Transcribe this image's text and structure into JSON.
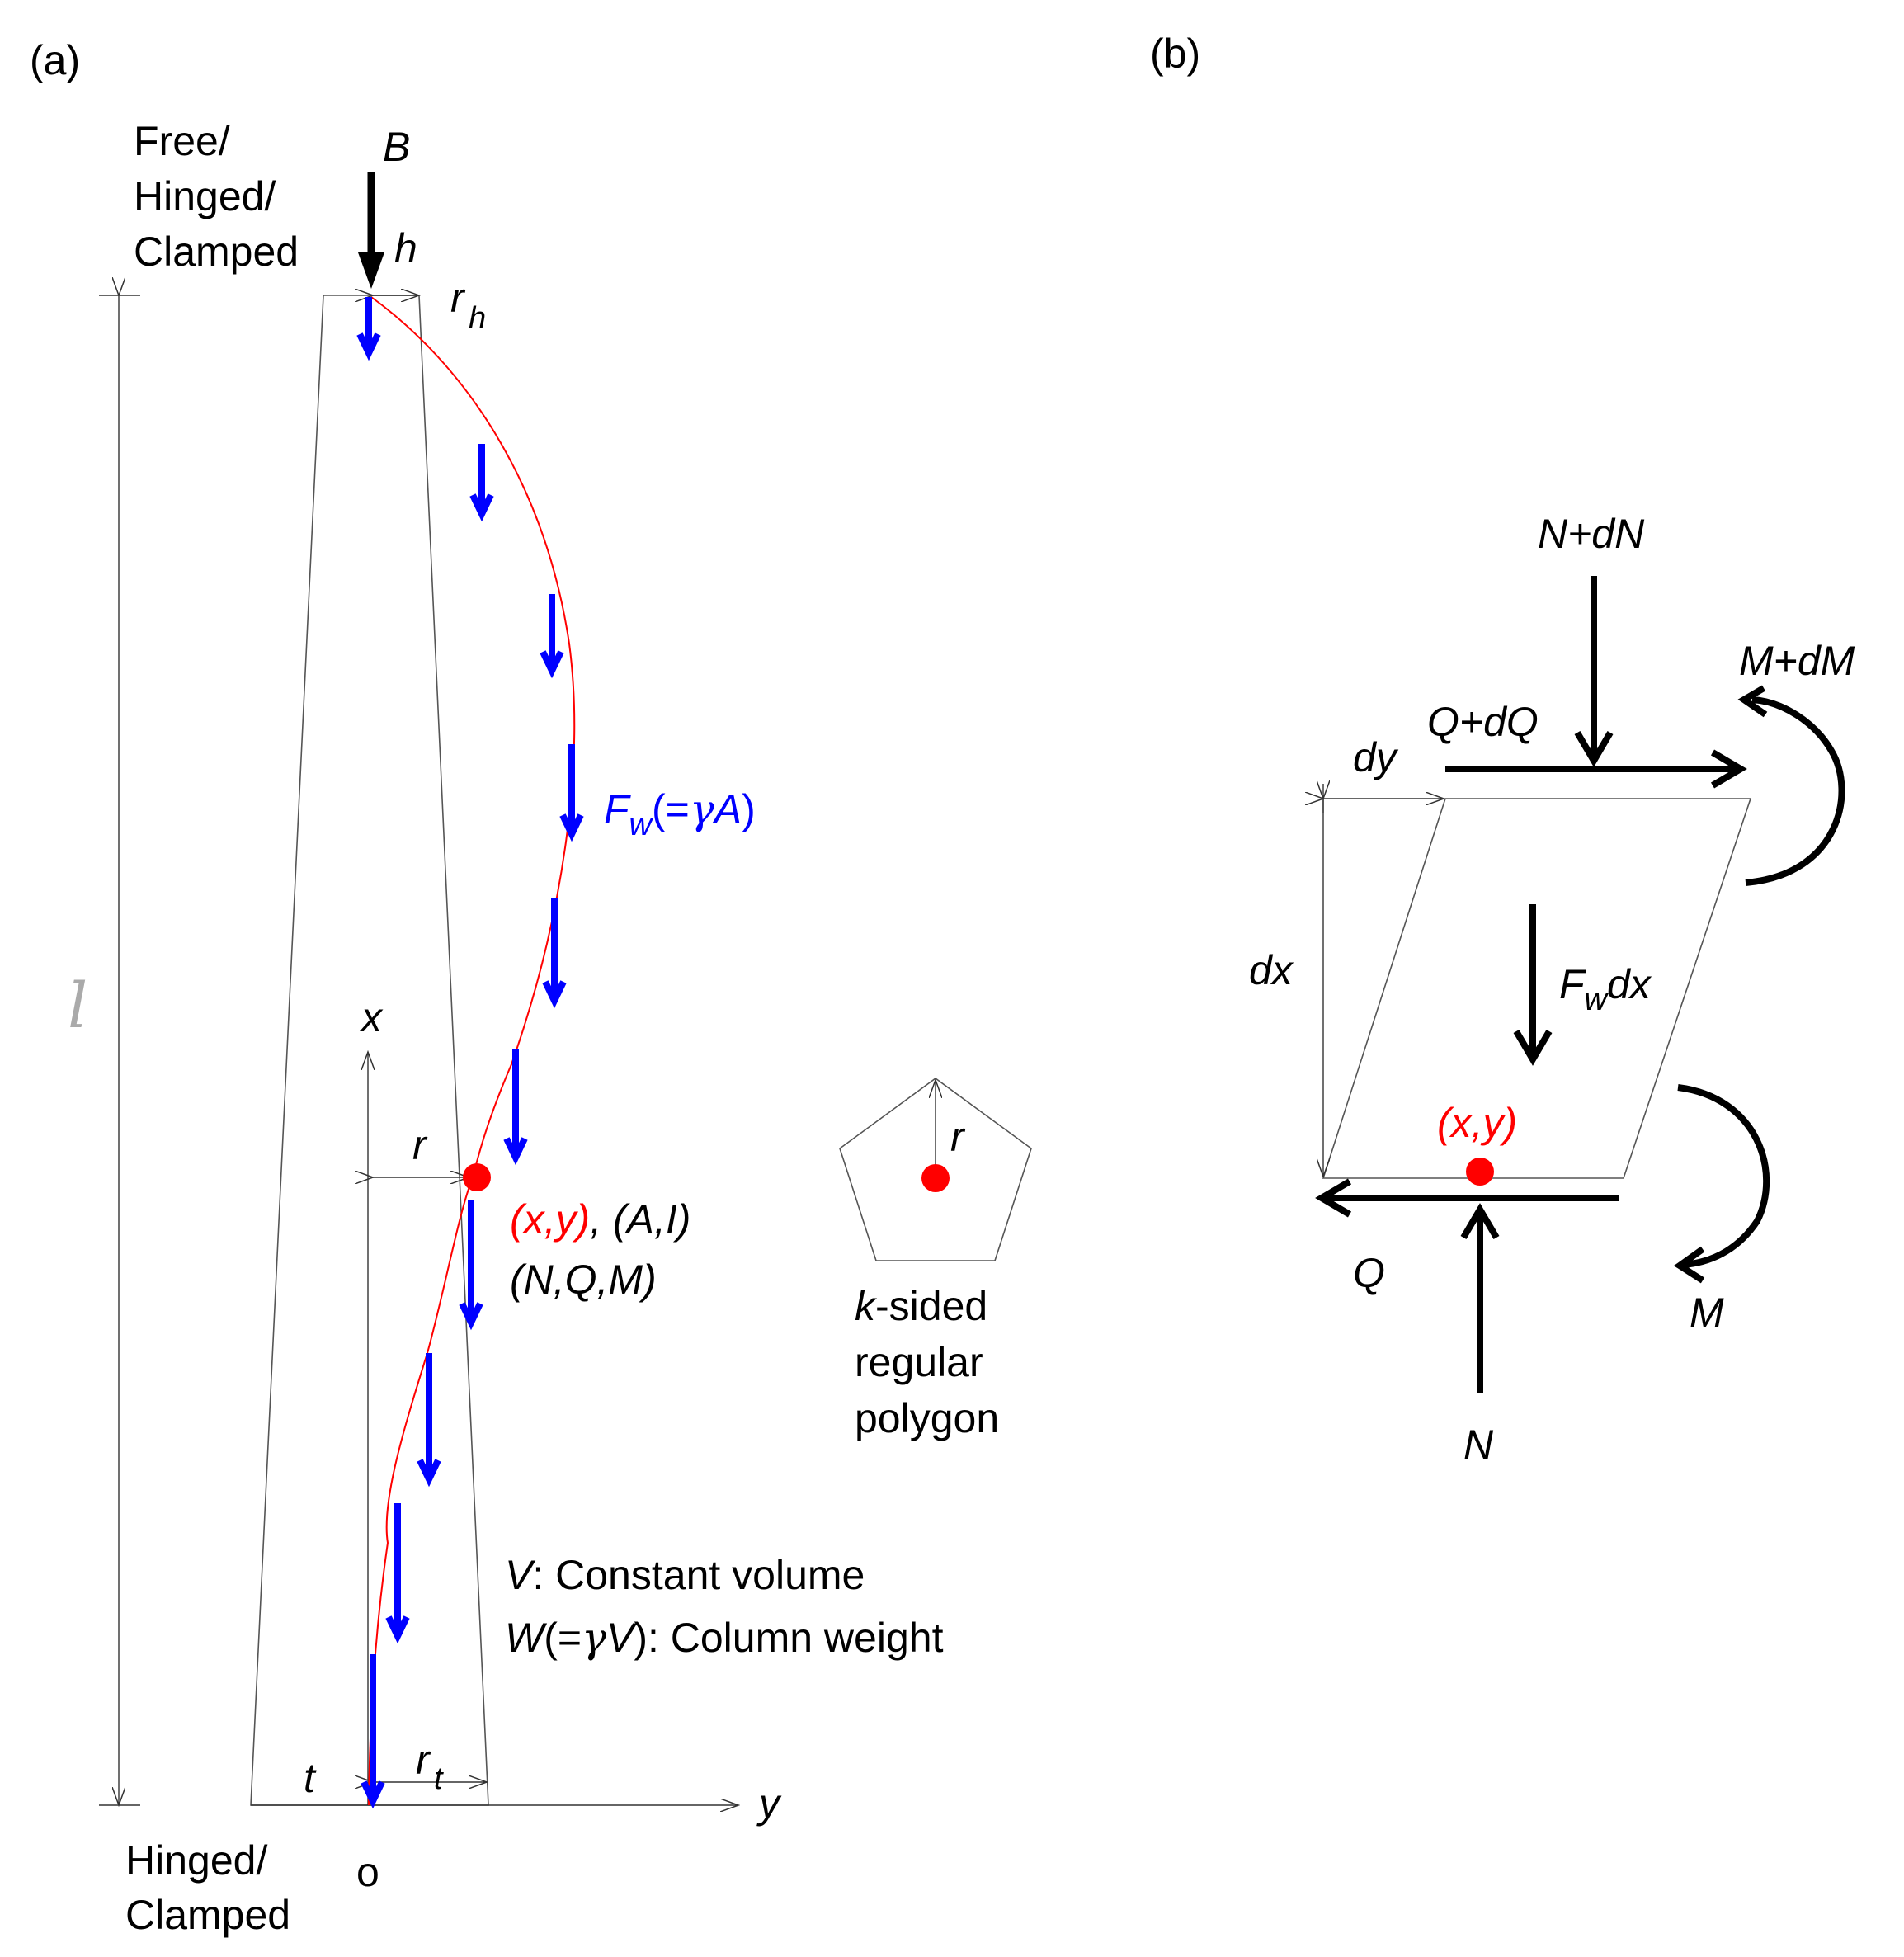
{
  "panel_a": {
    "label": "(a)",
    "top_support": [
      "Free/",
      "Hinged/",
      "Clamped"
    ],
    "bottom_support": [
      "Hinged/",
      "Clamped"
    ],
    "load_B": "B",
    "h": "h",
    "r_h": "r",
    "r_h_sub": "h",
    "length": "l",
    "x_axis": "x",
    "y_axis": "y",
    "origin": "o",
    "r": "r",
    "t": "t",
    "r_t": "r",
    "r_t_sub": "t",
    "Fw_F": "F",
    "Fw_sub": "w",
    "Fw_open": "(=",
    "Fw_gamma": "γ",
    "Fw_A": "A",
    "Fw_close": ")",
    "point_xy": "(x,y)",
    "point_AI": ", (A,I)",
    "point_NQM": "(N,Q,M)",
    "polygon_r": "r",
    "polygon_caption": [
      "k-sided",
      "regular",
      "polygon"
    ],
    "V_line": ": Constant volume",
    "V_sym": "V",
    "W_sym": "W",
    "W_open": "(=",
    "W_gamma": "γ",
    "W_V": "V",
    "W_rest": "): Column weight",
    "colors": {
      "deflection": "#ff0000",
      "weight_arrows": "#0000ff",
      "point": "#ff0000"
    }
  },
  "panel_b": {
    "label": "(b)",
    "N_plus_dN": "N+dN",
    "M_plus_dM": "M+dM",
    "Q_plus_dQ": "Q+dQ",
    "dy": "dy",
    "dx": "dx",
    "Fw": "F",
    "Fw_sub": "w",
    "Fw_dx": "dx",
    "point_xy": "(x,y)",
    "Q": "Q",
    "M": "M",
    "N": "N"
  }
}
